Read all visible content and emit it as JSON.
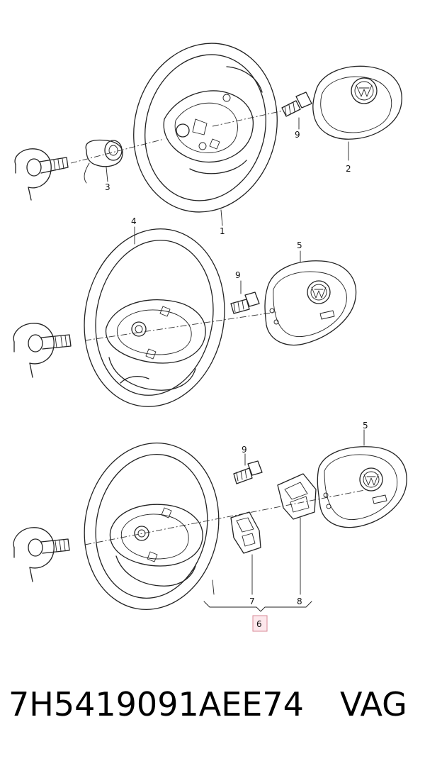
{
  "callouts": {
    "c1": "1",
    "c2": "2",
    "c3": "3",
    "c4": "4",
    "c5a": "5",
    "c5b": "5",
    "c6": "6",
    "c7": "7",
    "c8": "8",
    "c9a": "9",
    "c9b": "9",
    "c9c": "9"
  },
  "footer": {
    "part_number": "7H5419091AEE74",
    "brand": "VAG"
  },
  "colors": {
    "highlight_fill": "#fde8ec",
    "highlight_border": "#d88a97"
  }
}
